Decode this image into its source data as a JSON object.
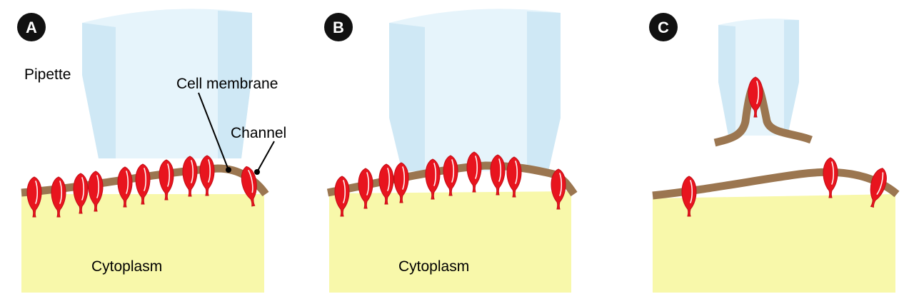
{
  "panels": [
    {
      "id": "A",
      "badge": "A",
      "labels": {
        "pipette": "Pipette",
        "membrane": "Cell membrane",
        "channel": "Channel",
        "cytoplasm": "Cytoplasm"
      }
    },
    {
      "id": "B",
      "badge": "B",
      "labels": {
        "cytoplasm": "Cytoplasm"
      }
    },
    {
      "id": "C",
      "badge": "C",
      "labels": {}
    }
  ],
  "colors": {
    "pipette_fill": "#e6f4fb",
    "pipette_edge": "#cfe8f5",
    "membrane": "#9b7650",
    "cytoplasm": "#f8f8aa",
    "channel": "#e8141e",
    "channel_dark": "#b80c14",
    "badge": "#111111"
  }
}
